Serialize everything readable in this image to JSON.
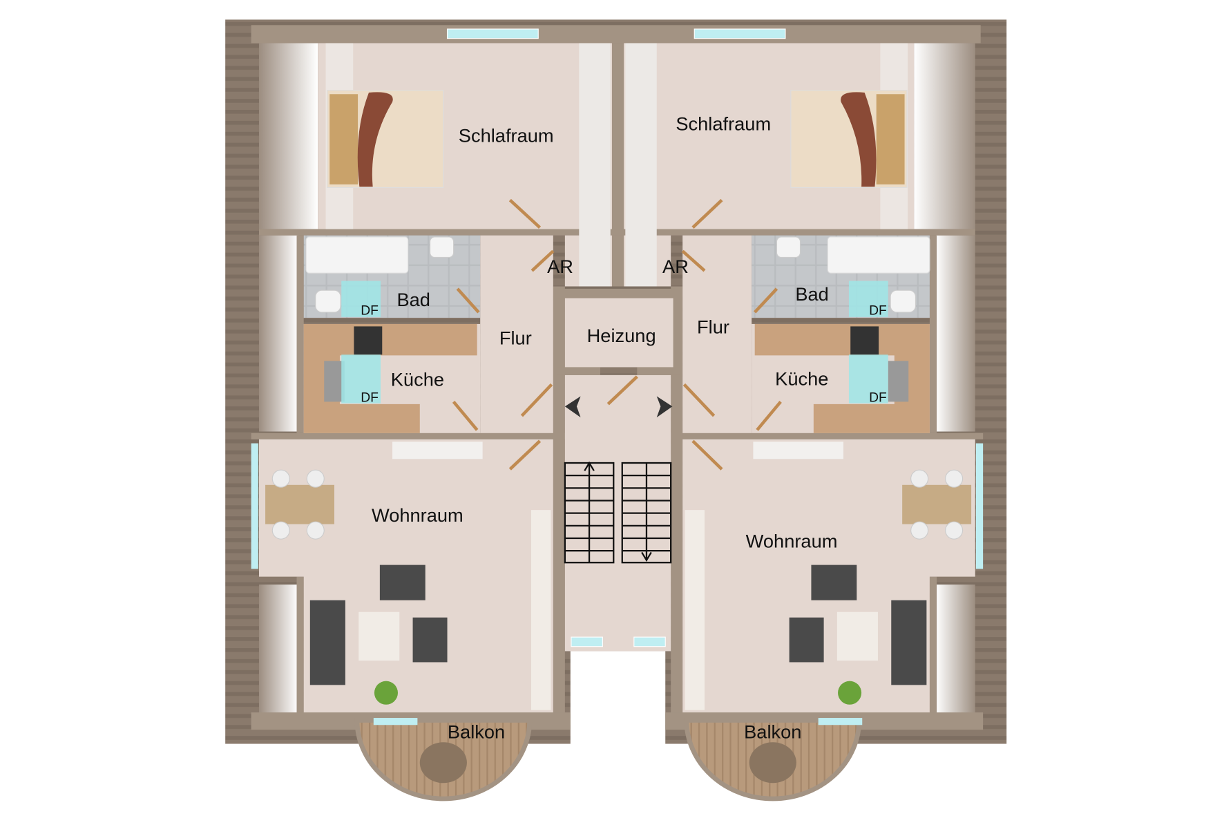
{
  "plan": {
    "left_unit": {
      "bedroom": "Schlafraum",
      "storage": "AR",
      "bath": "Bad",
      "hall": "Flur",
      "kitchen": "Küche",
      "living": "Wohnraum",
      "balcony": "Balkon",
      "skylight_bath": "DF",
      "skylight_kitchen": "DF"
    },
    "right_unit": {
      "bedroom": "Schlafraum",
      "storage": "AR",
      "bath": "Bad",
      "hall": "Flur",
      "kitchen": "Küche",
      "living": "Wohnraum",
      "balcony": "Balkon",
      "skylight_bath": "DF",
      "skylight_kitchen": "DF"
    },
    "center": {
      "heating": "Heizung"
    },
    "colors": {
      "roof": "#8a7a6c",
      "wall": "#a39383",
      "floor": "#e4d7d0",
      "tile": "#b9bcbf",
      "counter": "#c9a27e",
      "window": "#bfeef2",
      "balcony": "#b89a7c"
    }
  }
}
